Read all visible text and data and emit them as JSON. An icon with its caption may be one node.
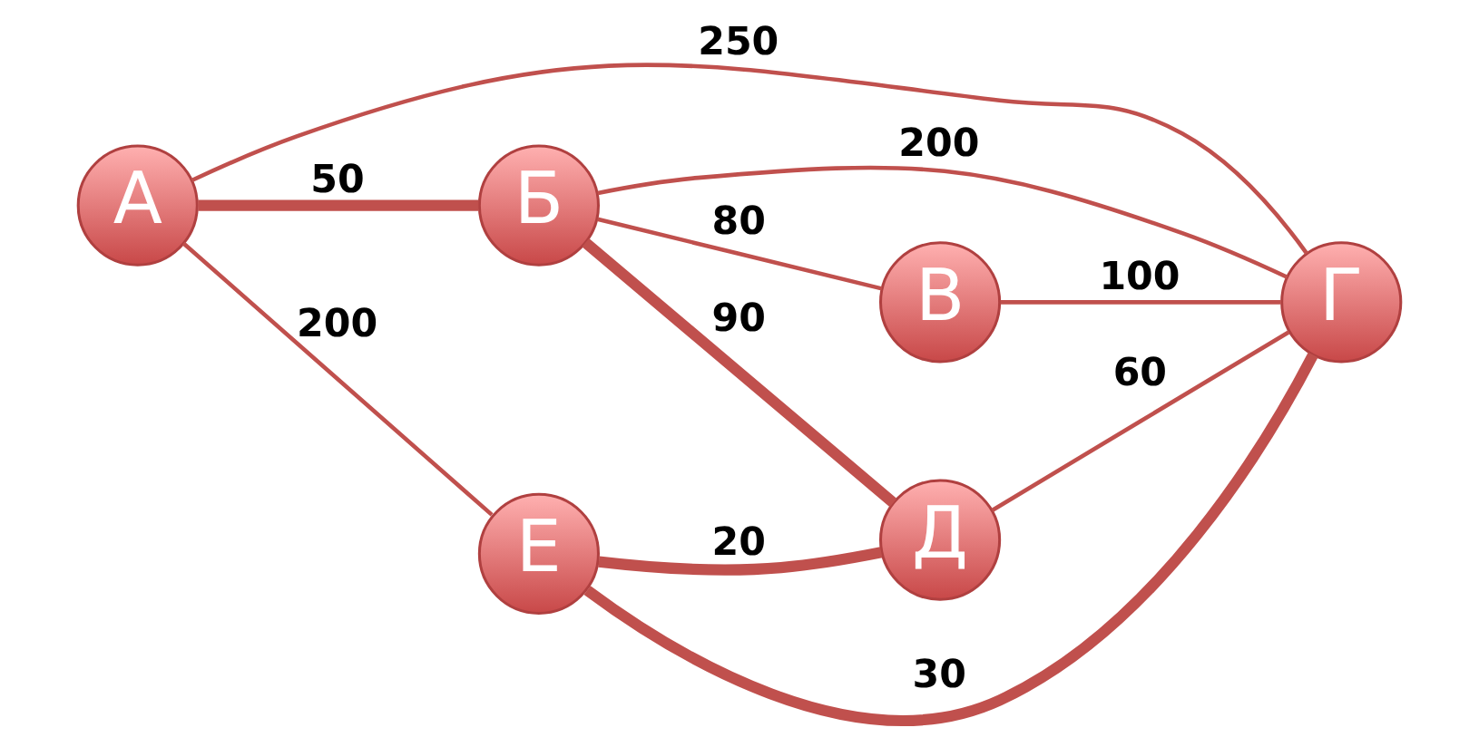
{
  "diagram": {
    "nodes": [
      {
        "text": [
          "А"
        ]
      },
      {
        "text": [
          "Б"
        ]
      },
      {
        "text": [
          "В"
        ]
      },
      {
        "text": [
          "Г"
        ]
      },
      {
        "text": [
          "Д"
        ]
      },
      {
        "text": [
          "Е"
        ]
      }
    ],
    "edges": [
      {
        "from": 0,
        "to": 1,
        "arrow": "none",
        "label": "50",
        "style": "thick"
      },
      {
        "from": 1,
        "to": 2,
        "arrow": "none",
        "label": "80"
      },
      {
        "from": 0,
        "to": 3,
        "arrow": "none",
        "label": "250"
      },
      {
        "from": 1,
        "to": 4,
        "arrow": "none",
        "label": "90",
        "style": "thick"
      },
      {
        "from": 1,
        "to": 3,
        "arrow": "none",
        "label": "200"
      },
      {
        "from": 2,
        "to": 3,
        "arrow": "none",
        "label": "100"
      },
      {
        "from": 0,
        "to": 5,
        "arrow": "none",
        "label": "200"
      },
      {
        "from": 5,
        "to": 3,
        "arrow": "none",
        "label": "30",
        "style": "thick"
      },
      {
        "from": 5,
        "to": 4,
        "arrow": "none",
        "label": "20",
        "style": "thick"
      },
      {
        "from": 4,
        "to": 3,
        "arrow": "none",
        "label": "60"
      }
    ]
  }
}
